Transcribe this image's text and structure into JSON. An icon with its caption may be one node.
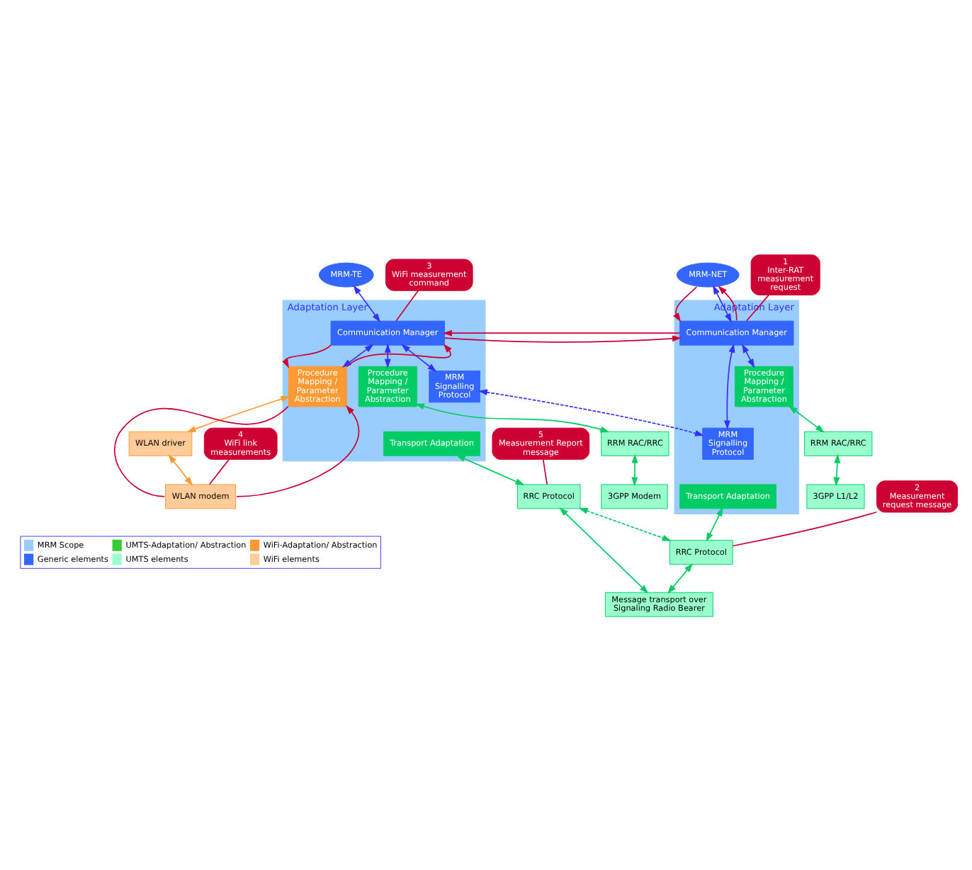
{
  "diagram": {
    "nodes": [
      {
        "text": [
          "MRM-TE"
        ]
      },
      {
        "text": [
          "Adaptation Layer"
        ]
      },
      {
        "text": [
          "Communication Manager"
        ],
        "in": 1
      },
      {
        "text": [
          "Procedure Mapping / Parameter Abstraction"
        ],
        "in": 1
      },
      {
        "text": [
          "Procedure Mapping / Parameter Abstraction"
        ],
        "in": 1
      },
      {
        "text": [
          "MRM Signalling Protocol"
        ],
        "in": 1
      },
      {
        "text": [
          "Transport Adaptation"
        ],
        "in": 1
      },
      {
        "text": [
          "MRM-NET"
        ]
      },
      {
        "text": [
          "Adaptation Layer"
        ]
      },
      {
        "text": [
          "Communication Manager"
        ],
        "in": 8
      },
      {
        "text": [
          "MRM Signalling Protocol"
        ],
        "in": 8
      },
      {
        "text": [
          "Transport Adaptation"
        ],
        "in": 8
      },
      {
        "text": [
          "Procedure Mapping / Parameter Abstraction"
        ],
        "in": 8
      },
      {
        "text": [
          "WLAN driver"
        ]
      },
      {
        "text": [
          "WLAN modem"
        ]
      },
      {
        "text": [
          "RRM RAC/RRC"
        ]
      },
      {
        "text": [
          "RRC Protocol"
        ]
      },
      {
        "text": [
          "3GPP Modem"
        ]
      },
      {
        "text": [
          "Message transport over Signaling Radio Bearer"
        ]
      },
      {
        "text": [
          "RRC Protocol"
        ]
      },
      {
        "text": [
          "RRM RAC/RRC"
        ]
      },
      {
        "text": [
          "3GPP L1/L2"
        ]
      },
      {
        "text": [
          "1",
          "Inter-RAT measurement request"
        ]
      },
      {
        "text": [
          "2",
          "Measurement request message"
        ]
      },
      {
        "text": [
          "3",
          "WiFi measurement command"
        ]
      },
      {
        "text": [
          "4",
          "WiFi link measurements"
        ]
      },
      {
        "text": [
          "5",
          "Measurement Report message"
        ]
      }
    ],
    "edges": [
      {
        "from": 0,
        "to": 2,
        "arrow": "both",
        "color": "#3333ff"
      },
      {
        "from": 2,
        "to": 3,
        "arrow": "both",
        "color": "#3333ff"
      },
      {
        "from": 2,
        "to": 4,
        "arrow": "both",
        "color": "#3333ff"
      },
      {
        "from": 2,
        "to": 5,
        "arrow": "both",
        "color": "#3333ff"
      },
      {
        "from": 5,
        "to": 10,
        "arrow": "both",
        "style": "dashed",
        "color": "#3333ff"
      },
      {
        "from": 7,
        "to": 9,
        "arrow": "both",
        "color": "#3333ff"
      },
      {
        "from": 9,
        "to": 10,
        "arrow": "both",
        "color": "#3333ff"
      },
      {
        "from": 9,
        "to": 12,
        "arrow": "both",
        "color": "#3333ff"
      },
      {
        "from": 3,
        "to": 13,
        "arrow": "both",
        "color": "#ff9933"
      },
      {
        "from": 13,
        "to": 14,
        "arrow": "both",
        "color": "#ff9933"
      },
      {
        "from": 4,
        "to": 15,
        "arrow": "both",
        "color": "#00cc66"
      },
      {
        "from": 15,
        "to": 17,
        "arrow": "both",
        "color": "#00cc66"
      },
      {
        "from": 6,
        "to": 16,
        "arrow": "both",
        "color": "#00cc66"
      },
      {
        "from": 16,
        "to": 18,
        "arrow": "both",
        "color": "#00cc66"
      },
      {
        "from": 16,
        "to": 19,
        "arrow": "both",
        "style": "dashed",
        "color": "#00cc66"
      },
      {
        "from": 11,
        "to": 19,
        "arrow": "both",
        "color": "#00cc66"
      },
      {
        "from": 19,
        "to": 18,
        "arrow": "both",
        "color": "#00cc66"
      },
      {
        "from": 12,
        "to": 20,
        "arrow": "both",
        "color": "#00cc66"
      },
      {
        "from": 20,
        "to": 21,
        "arrow": "both",
        "color": "#00cc66"
      },
      {
        "from": 7,
        "to": 9,
        "arrow": "to",
        "color": "#cc0033"
      },
      {
        "from": 9,
        "to": 2,
        "arrow": "to",
        "color": "#cc0033"
      },
      {
        "from": 2,
        "to": 3,
        "arrow": "to",
        "color": "#cc0033"
      },
      {
        "from": 3,
        "to": 14,
        "arrow": "none",
        "color": "#cc0033"
      },
      {
        "from": 14,
        "to": 3,
        "arrow": "to",
        "color": "#cc0033"
      },
      {
        "from": 3,
        "to": 2,
        "arrow": "to",
        "color": "#cc0033"
      },
      {
        "from": 2,
        "to": 9,
        "arrow": "to",
        "color": "#cc0033"
      },
      {
        "from": 9,
        "to": 7,
        "arrow": "to",
        "color": "#cc0033"
      },
      {
        "from": 22,
        "to": 9,
        "arrow": "none",
        "color": "#cc0033"
      },
      {
        "from": 23,
        "to": 19,
        "arrow": "none",
        "color": "#cc0033"
      },
      {
        "from": 24,
        "to": 2,
        "arrow": "none",
        "color": "#cc0033"
      },
      {
        "from": 25,
        "to": 14,
        "arrow": "none",
        "color": "#cc0033"
      },
      {
        "from": 26,
        "to": 16,
        "arrow": "none",
        "color": "#cc0033"
      }
    ],
    "legend": [
      {
        "text": "MRM Scope",
        "color": "#99ccff"
      },
      {
        "text": "UMTS-Adaptation/ Abstraction",
        "color": "#33cc33"
      },
      {
        "text": "WiFi-Adaptation/ Abstraction",
        "color": "#ff9933"
      },
      {
        "text": "Generic elements",
        "color": "#3366ff"
      },
      {
        "text": "UMTS elements",
        "color": "#99ffcc"
      },
      {
        "text": "WiFi elements",
        "color": "#ffcc99"
      }
    ]
  }
}
